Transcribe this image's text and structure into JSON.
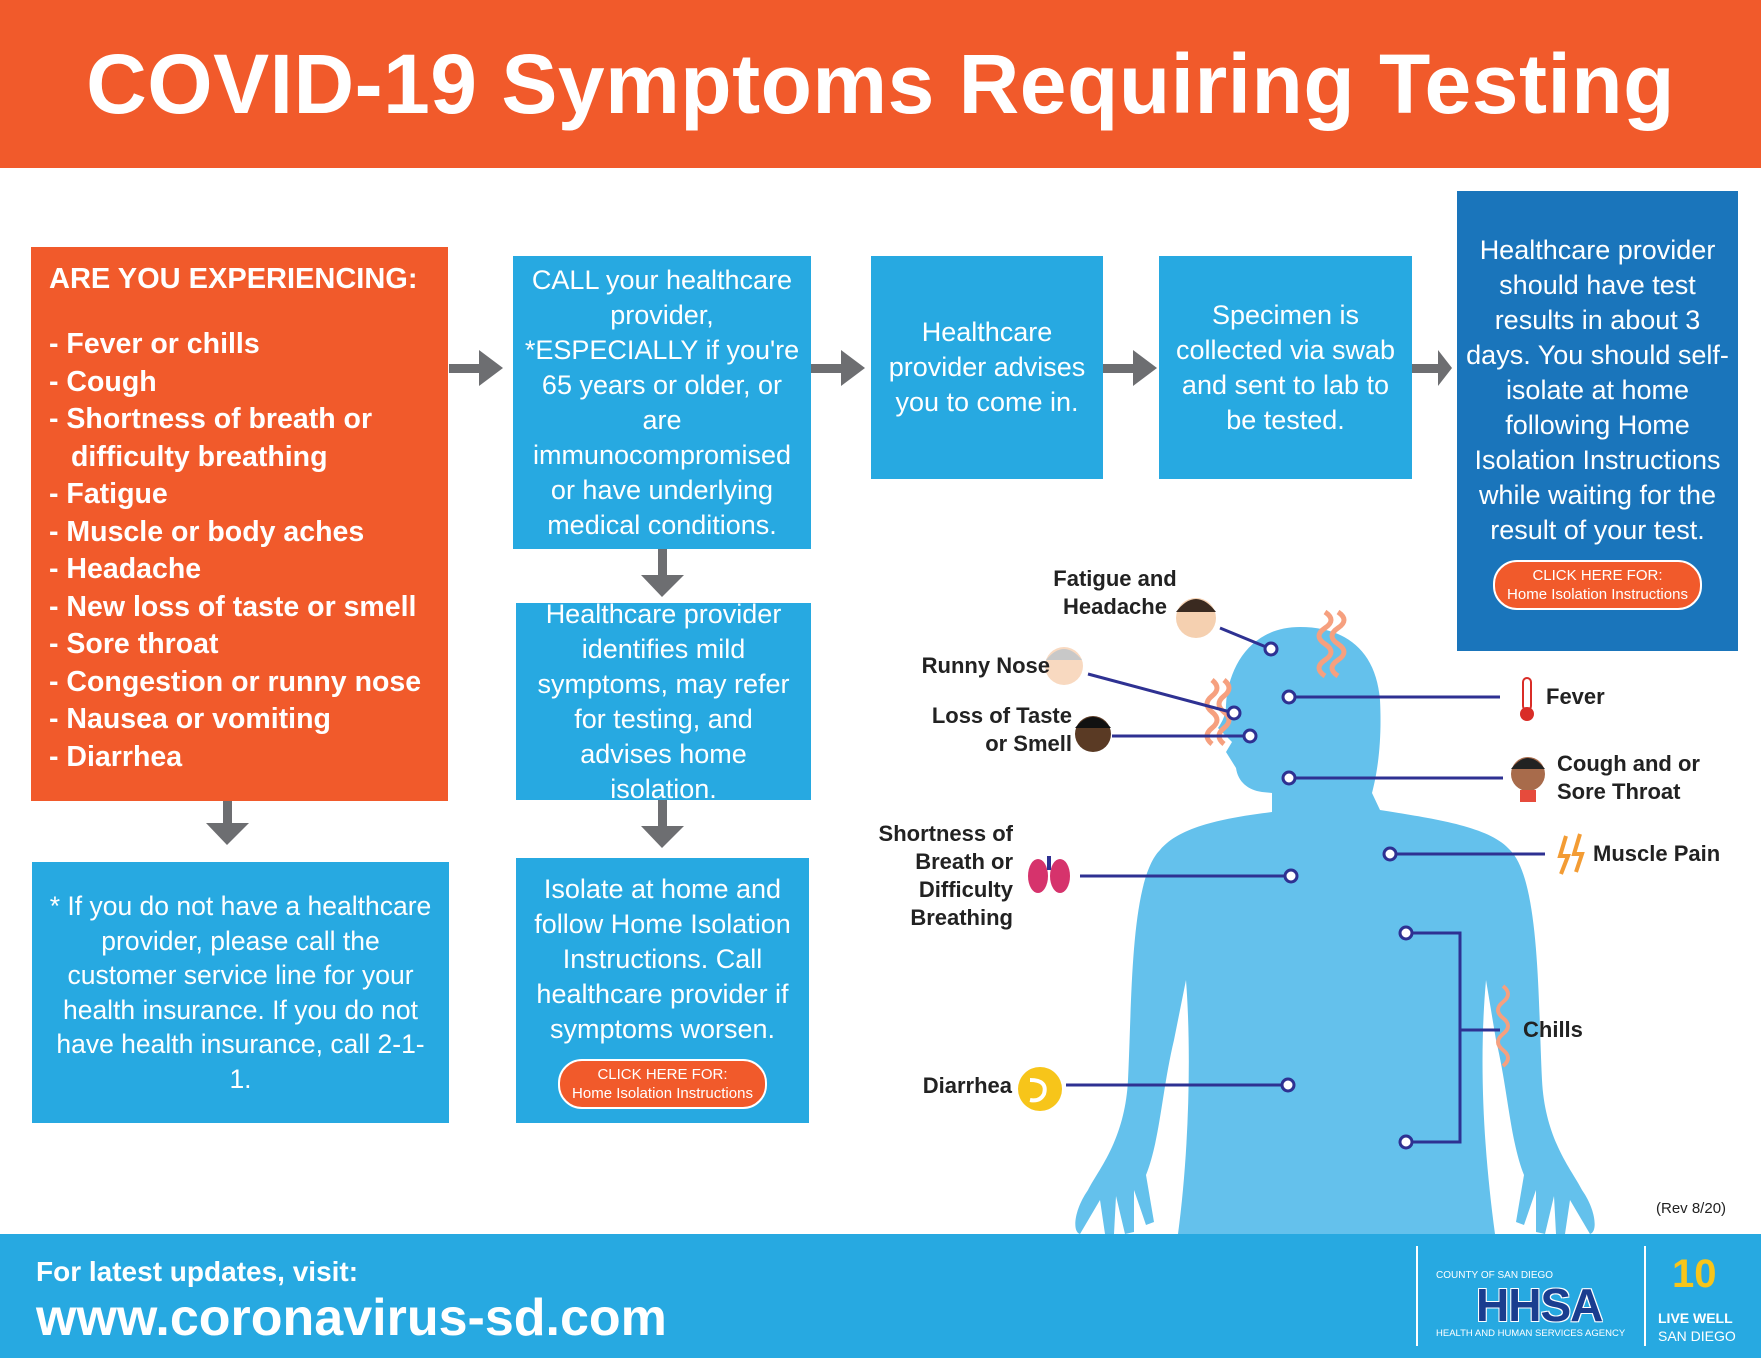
{
  "header": {
    "title": "COVID-19 Symptoms Requiring Testing"
  },
  "symptoms_box": {
    "heading": "ARE YOU EXPERIENCING:",
    "items": [
      "Fever or chills",
      "Cough",
      "Shortness of breath or difficulty breathing",
      "Fatigue",
      "Muscle or body aches",
      "Headache",
      "New loss of taste or smell",
      "Sore throat",
      "Congestion or runny nose",
      "Nausea or vomiting",
      "Diarrhea"
    ]
  },
  "no_provider_box": {
    "text": "* If you do not have a healthcare provider, please call the customer service line for your health insurance. If you do not have health insurance, call 2-1-1."
  },
  "steps": {
    "call": "CALL your healthcare provider, *ESPECIALLY if you're 65 years or older, or are immunocompromised or have underlying medical conditions.",
    "advises": "Healthcare provider advises you to come in.",
    "specimen": "Specimen is collected via swab and sent to lab to be tested.",
    "results": "Healthcare provider should have test results in about 3 days. You should self-isolate at home following Home Isolation Instructions while waiting for the result of your test.",
    "mild": "Healthcare provider identifies mild symptoms, may refer for testing, and advises home isolation.",
    "isolate": "Isolate at home and follow Home Isolation Instructions. Call healthcare provider if symptoms worsen."
  },
  "cta": {
    "line1": "CLICK HERE FOR:",
    "line2": "Home Isolation Instructions"
  },
  "body_labels": {
    "fatigue": "Fatigue and Headache",
    "runny_nose": "Runny Nose",
    "taste": "Loss of Taste or Smell",
    "breath": "Shortness of Breath or Difficulty Breathing",
    "diarrhea": "Diarrhea",
    "fever": "Fever",
    "cough": "Cough and or Sore Throat",
    "muscle": "Muscle Pain",
    "chills": "Chills"
  },
  "rev": "(Rev 8/20)",
  "footer": {
    "updates": "For latest updates, visit:",
    "url": "www.coronavirus-sd.com",
    "hhsa_top": "COUNTY OF SAN DIEGO",
    "hhsa": "HHSA",
    "hhsa_bottom": "HEALTH AND HUMAN SERVICES AGENCY",
    "lwsd_number": "10",
    "lwsd_line1": "LIVE WELL",
    "lwsd_line2": "SAN DIEGO"
  },
  "colors": {
    "orange": "#f15a2b",
    "blue": "#27a9e1",
    "dark_blue": "#1a75bb",
    "body": "#64c1ec",
    "connector": "#2e3192"
  }
}
